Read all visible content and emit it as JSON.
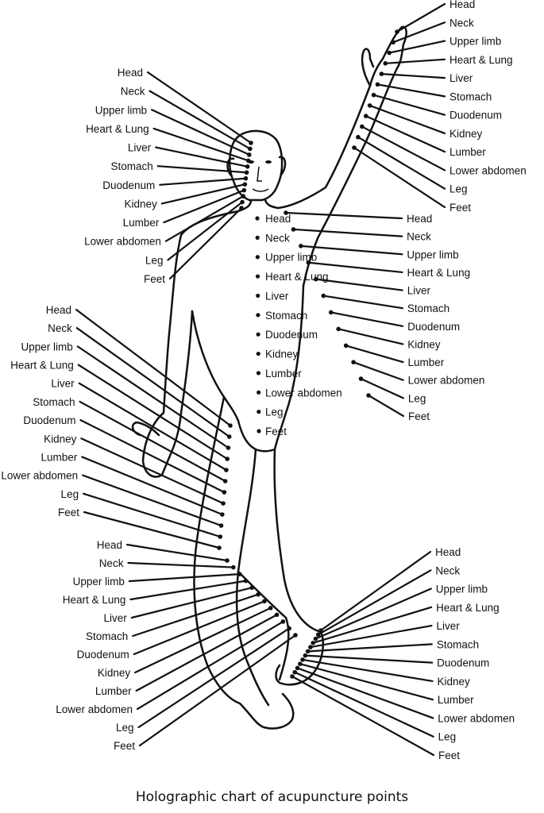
{
  "caption": "Holographic chart of acupuncture points",
  "point_labels": [
    "Head",
    "Neck",
    "Upper limb",
    "Heart & Lung",
    "Liver",
    "Stomach",
    "Duodenum",
    "Kidney",
    "Lumber",
    "Lower abdomen",
    "Leg",
    "Feet"
  ],
  "groups": {
    "face": {
      "labels": [
        "Head",
        "Neck",
        "Upper limb",
        "Heart & Lung",
        "Liver",
        "Stomach",
        "Duodenum",
        "Kidney",
        "Lumber",
        "Lower abdomen",
        "Leg",
        "Feet"
      ]
    },
    "torso": {
      "labels": [
        "Head",
        "Neck",
        "Upper limb",
        "Heart & Lung",
        "Liver",
        "Stomach",
        "Duodenum",
        "Kidney",
        "Lumber",
        "Lower abdomen",
        "Leg",
        "Feet"
      ]
    },
    "raised_hand": {
      "labels": [
        "Head",
        "Neck",
        "Upper limb",
        "Heart & Lung",
        "Liver",
        "Stomach",
        "Duodenum",
        "Kidney",
        "Lumber",
        "Lower abdomen",
        "Leg",
        "Feet"
      ]
    },
    "upper_arm": {
      "labels": [
        "Head",
        "Neck",
        "Upper limb",
        "Heart & Lung",
        "Liver",
        "Stomach",
        "Duodenum",
        "Kidney",
        "Lumber",
        "Lower abdomen",
        "Leg",
        "Feet"
      ]
    },
    "thigh": {
      "labels": [
        "Head",
        "Neck",
        "Upper limb",
        "Heart & Lung",
        "Liver",
        "Stomach",
        "Duodenum",
        "Kidney",
        "Lumber",
        "Lower abdomen",
        "Leg",
        "Feet"
      ]
    },
    "shin": {
      "labels": [
        "Head",
        "Neck",
        "Upper limb",
        "Heart & Lung",
        "Liver",
        "Stomach",
        "Duodenum",
        "Kidney",
        "Lumber",
        "Lower abdomen",
        "Leg",
        "Feet"
      ]
    },
    "foot": {
      "labels": [
        "Head",
        "Neck",
        "Upper limb",
        "Heart & Lung",
        "Liver",
        "Stomach",
        "Duodenum",
        "Kidney",
        "Lumber",
        "Lower abdomen",
        "Leg",
        "Feet"
      ]
    }
  }
}
